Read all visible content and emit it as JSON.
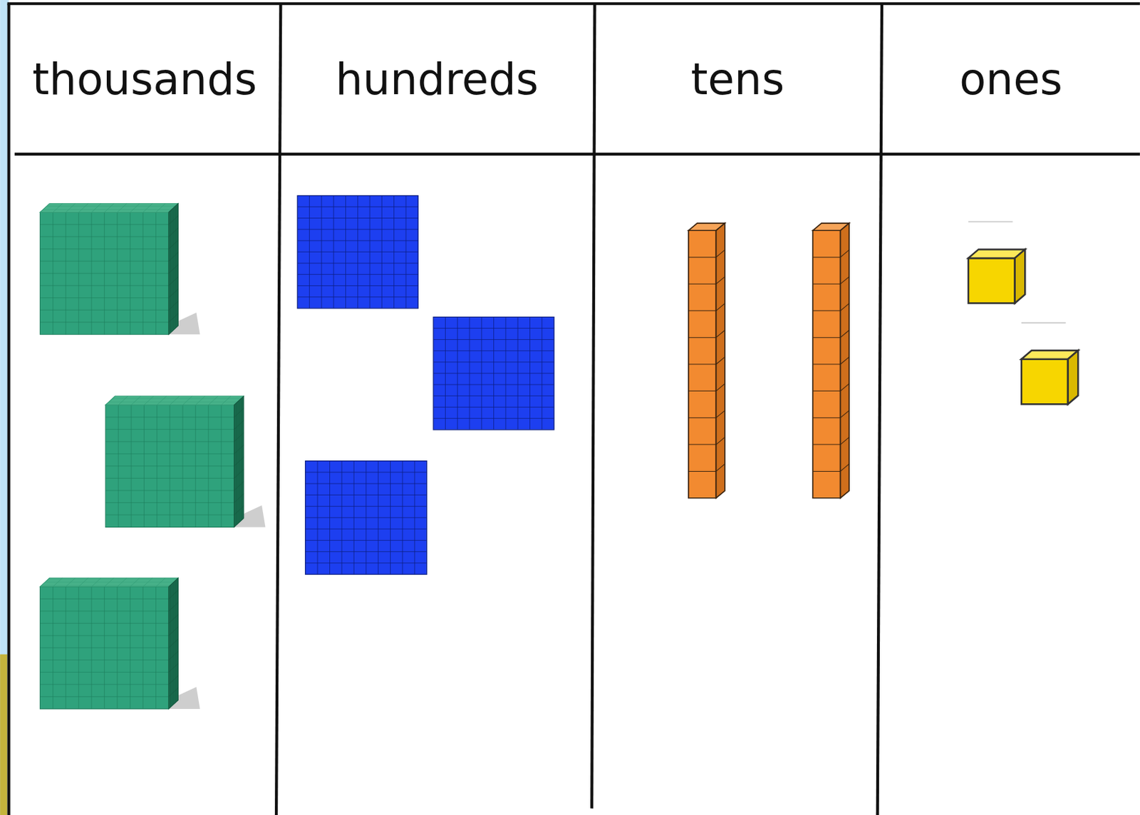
{
  "diagram": {
    "labels": [
      "thousands",
      "hundreds",
      "tens",
      "ones"
    ]
  }
}
